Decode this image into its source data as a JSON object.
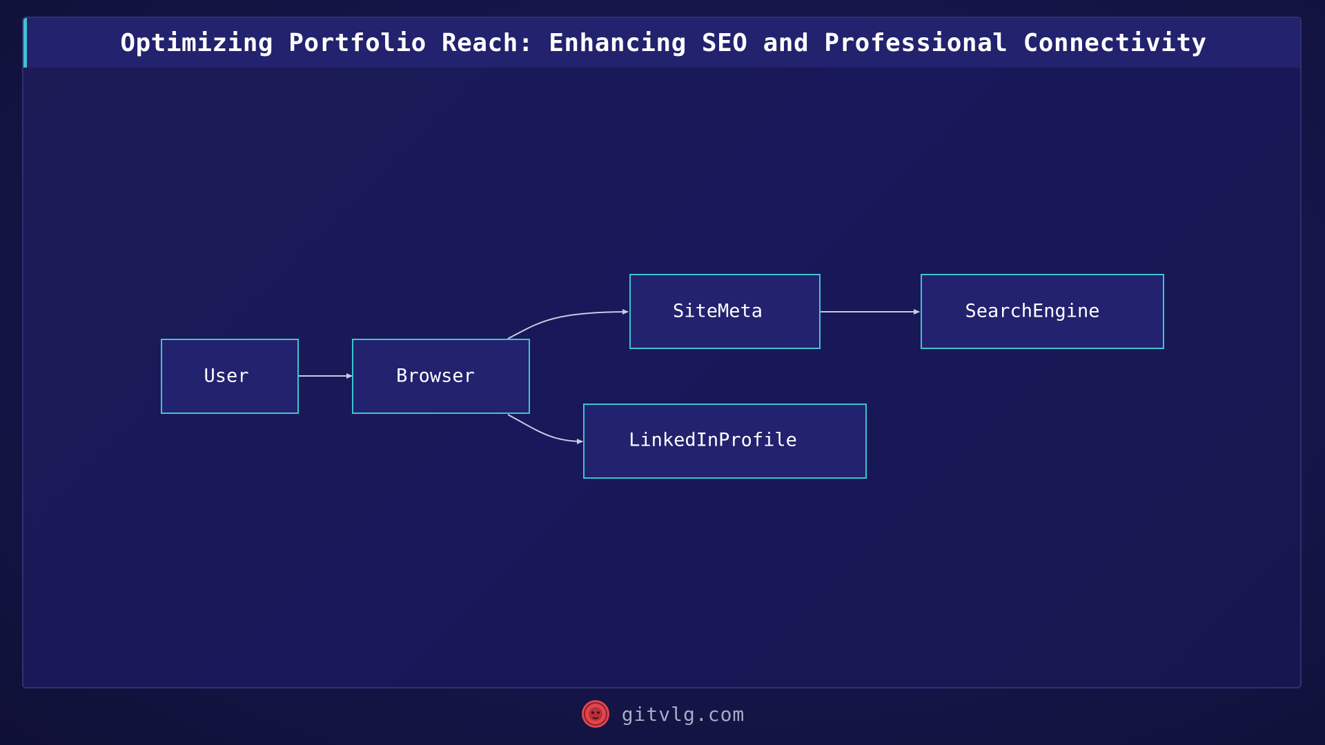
{
  "title": "Optimizing Portfolio Reach: Enhancing SEO and Professional Connectivity",
  "diagram": {
    "nodes": [
      {
        "id": "user",
        "label": "User"
      },
      {
        "id": "browser",
        "label": "Browser"
      },
      {
        "id": "sitemeta",
        "label": "SiteMeta"
      },
      {
        "id": "searchengine",
        "label": "SearchEngine"
      },
      {
        "id": "linkedinprofile",
        "label": "LinkedInProfile"
      }
    ],
    "edges": [
      {
        "from": "user",
        "to": "browser"
      },
      {
        "from": "browser",
        "to": "sitemeta"
      },
      {
        "from": "browser",
        "to": "linkedinprofile"
      },
      {
        "from": "sitemeta",
        "to": "searchengine"
      }
    ]
  },
  "footer": {
    "site": "gitvlg.com",
    "logo_icon": "lion-logo-icon"
  },
  "colors": {
    "node_fill": "#22226f",
    "node_border": "#3fc4cf",
    "title_bar": "#23226e",
    "accent": "#3fc4cf",
    "edge": "#c9cbe0",
    "logo": "#e0464e"
  }
}
